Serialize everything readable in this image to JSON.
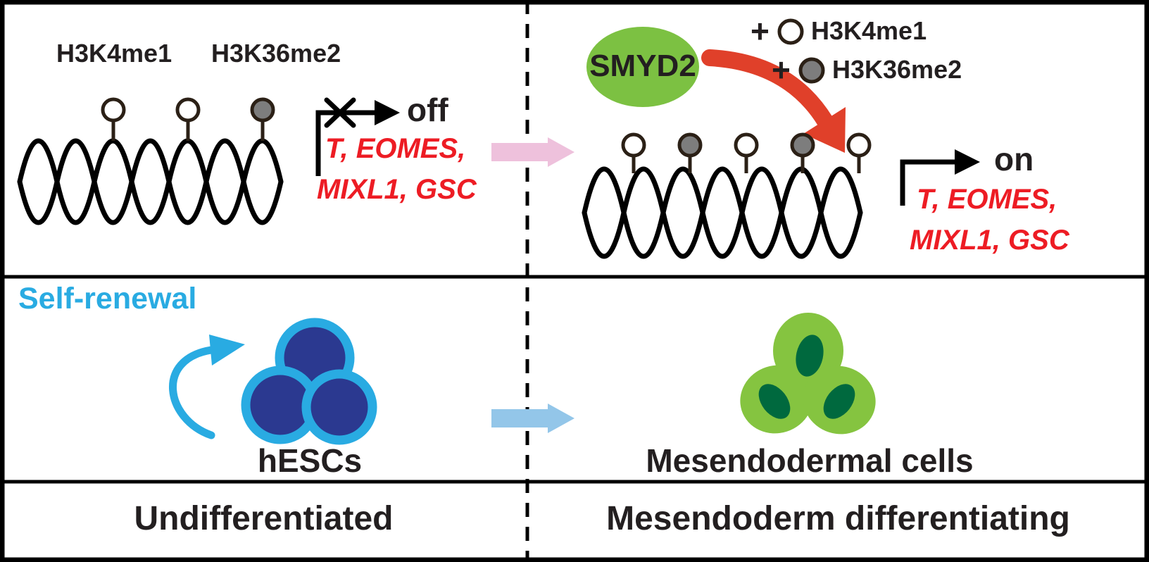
{
  "top_left": {
    "mark1_label": "H3K4me1",
    "mark2_label": "H3K36me2",
    "state_label": "off",
    "genes_line1": "T, EOMES,",
    "genes_line2": "MIXL1, GSC"
  },
  "top_right": {
    "enzyme_label": "SMYD2",
    "legend_row1_plus": "+",
    "legend_row1_label": "H3K4me1",
    "legend_row2_plus": "+",
    "legend_row2_label": "H3K36me2",
    "state_label": "on",
    "genes_line1": "T, EOMES,",
    "genes_line2": "MIXL1, GSC"
  },
  "middle": {
    "self_renewal_label": "Self-renewal",
    "left_cell_label": "hESCs",
    "right_cell_label": "Mesendodermal cells"
  },
  "bottom": {
    "left_label": "Undifferentiated",
    "right_label": "Mesendoderm differentiating"
  },
  "colors": {
    "text": "#231f20",
    "gene_red": "#ed1c24",
    "enzyme_green": "#7cc142",
    "arrow_red": "#e0402a",
    "arrow_pink": "#eec1dc",
    "arrow_blue": "#93c6e9",
    "cyan": "#29abe2",
    "hesc_navy": "#2b3990",
    "cell_green": "#85c440",
    "nucleus_green": "#00693e",
    "mark_gray": "#7d7d7d",
    "mark_white": "#ffffff"
  }
}
